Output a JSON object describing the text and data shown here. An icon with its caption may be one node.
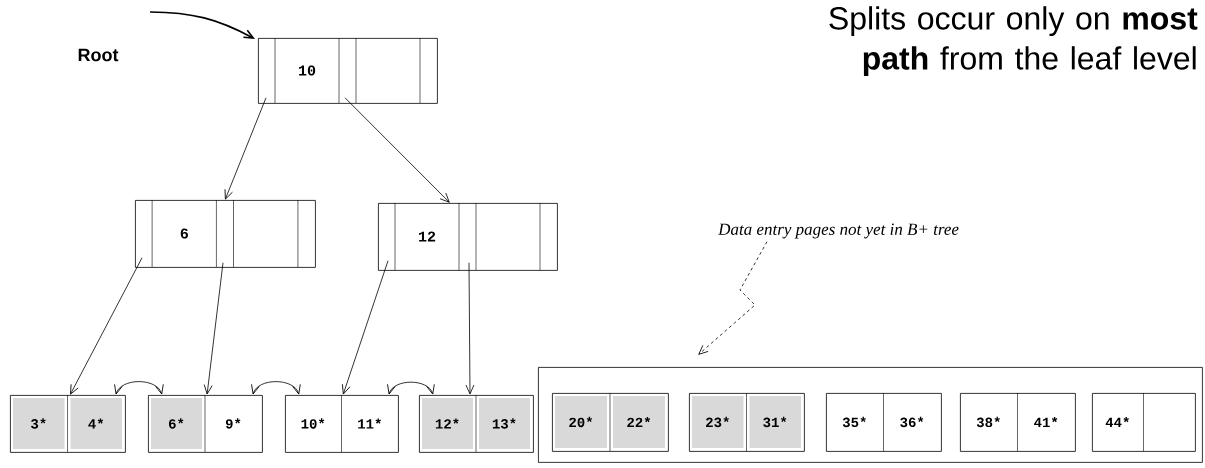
{
  "diagram": {
    "nodes": [
      {
        "text": [
          "10"
        ]
      },
      {
        "text": [
          "6"
        ]
      },
      {
        "text": [
          "12"
        ]
      },
      {
        "text": [
          "3*",
          "4*"
        ]
      },
      {
        "text": [
          "6*",
          "9*"
        ]
      },
      {
        "text": [
          "10*",
          "11*"
        ]
      },
      {
        "text": [
          "12*",
          "13*"
        ]
      },
      {
        "text": [],
        "shape": "box"
      },
      {
        "text": [
          "20*",
          "22*"
        ],
        "in": 7
      },
      {
        "text": [
          "23*",
          "31*"
        ],
        "in": 7
      },
      {
        "text": [
          "35*",
          "36*"
        ],
        "in": 7
      },
      {
        "text": [
          "38*",
          "41*"
        ],
        "in": 7
      },
      {
        "text": [
          "44*"
        ],
        "in": 7
      },
      {
        "text": [
          "Data entry pages not yet in B+ tree"
        ]
      }
    ],
    "edges": [
      {
        "from": null,
        "to": 0,
        "arrow": "to"
      },
      {
        "from": 0,
        "to": 1,
        "arrow": "to"
      },
      {
        "from": 0,
        "to": 2,
        "arrow": "to"
      },
      {
        "from": 1,
        "to": 3,
        "arrow": "to"
      },
      {
        "from": 1,
        "to": 4,
        "arrow": "to"
      },
      {
        "from": 2,
        "to": 5,
        "arrow": "to"
      },
      {
        "from": 2,
        "to": 6,
        "arrow": "to"
      },
      {
        "from": 3,
        "to": 4,
        "arrow": "both"
      },
      {
        "from": 4,
        "to": 5,
        "arrow": "both"
      },
      {
        "from": 5,
        "to": 6,
        "arrow": "both"
      },
      {
        "from": 13,
        "to": 7,
        "arrow": "to",
        "style": "dashed"
      }
    ],
    "labels": [
      "Root",
      "Splits occur only on **most path** from the leaf level"
    ]
  }
}
